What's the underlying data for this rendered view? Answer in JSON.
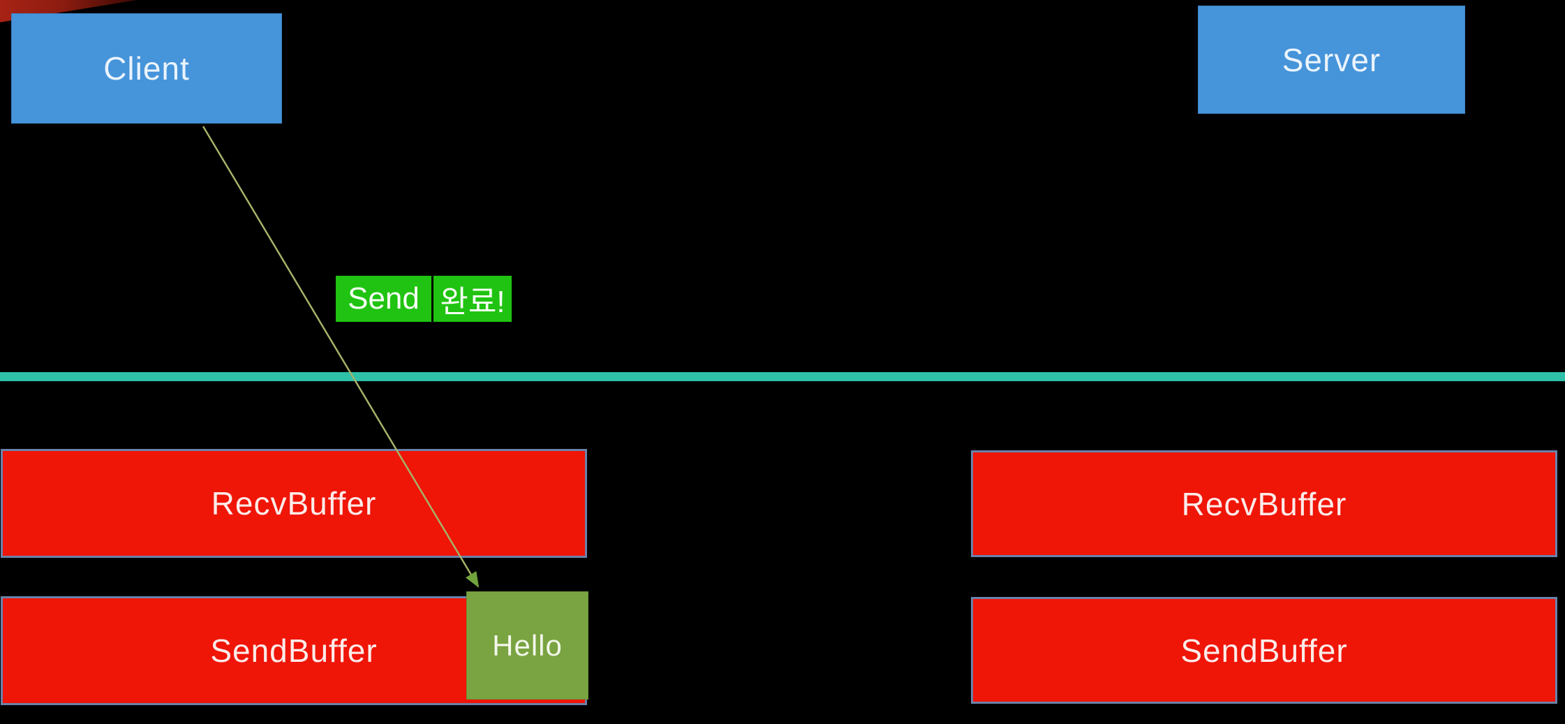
{
  "client": {
    "label": "Client",
    "recv_buffer_label": "RecvBuffer",
    "send_buffer_label": "SendBuffer",
    "message_label": "Hello"
  },
  "server": {
    "label": "Server",
    "recv_buffer_label": "RecvBuffer",
    "send_buffer_label": "SendBuffer"
  },
  "status": {
    "part1": "Send",
    "part2": "완료!"
  },
  "colors": {
    "background": "#000000",
    "node_blue": "#4694da",
    "buffer_red": "#ef1507",
    "buffer_border_blue": "#6b82aa",
    "divider_teal": "#2ec0a9",
    "highlight_green": "#20c311",
    "message_olive": "#7aa341",
    "arrow_green": "#a6b269",
    "corner_accent_red": "#a82315"
  }
}
